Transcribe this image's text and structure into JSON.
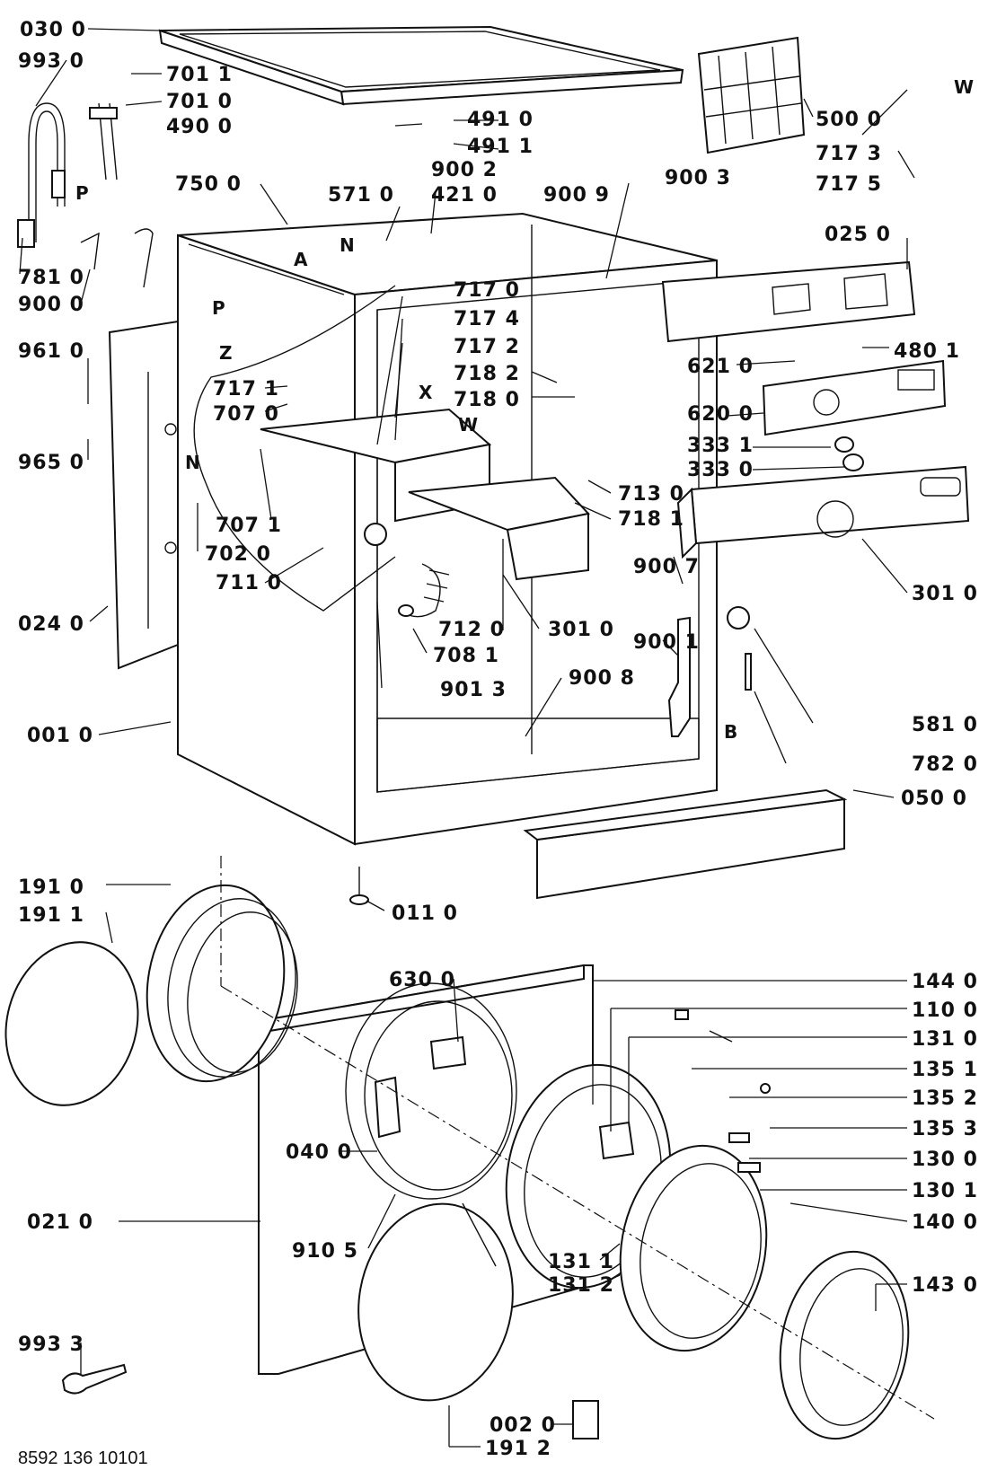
{
  "parts": {
    "p0300": "030 0",
    "p9930": "993 0",
    "p7011": "701 1",
    "p7010": "701 0",
    "p4900": "490 0",
    "p4910": "491 0",
    "p4911": "491 1",
    "p5000": "500 0",
    "p7173": "717 3",
    "p7175": "717 5",
    "p7500": "750 0",
    "p5710": "571 0",
    "p9002": "900 2",
    "p4210": "421 0",
    "p9009": "900 9",
    "p9003": "900 3",
    "p0250": "025 0",
    "p7810": "781 0",
    "p9000": "900 0",
    "p7170": "717 0",
    "p7174": "717 4",
    "p7172": "717 2",
    "p9610": "961 0",
    "p7182": "718 2",
    "p7180": "718 0",
    "p6210": "621 0",
    "p4801": "480 1",
    "p7171": "717 1",
    "p7070": "707 0",
    "p6200": "620 0",
    "p3331": "333 1",
    "p3330": "333 0",
    "p9650": "965 0",
    "p7130": "713 0",
    "p7181": "718 1",
    "p7071": "707 1",
    "p7020": "702 0",
    "p7110": "711 0",
    "p3010a": "301 0",
    "p9007": "900 7",
    "p3010b": "301 0",
    "p7120": "712 0",
    "p0240": "024 0",
    "p7081": "708 1",
    "p9001": "900 1",
    "p9013": "901 3",
    "p9008": "900 8",
    "p5810": "581 0",
    "p0010": "001 0",
    "p7820": "782 0",
    "p0500": "050 0",
    "p1910": "191 0",
    "p0110": "011 0",
    "p1911": "191 1",
    "p6300": "630 0",
    "p1440": "144 0",
    "p1100": "110 0",
    "p1310": "131 0",
    "p1351": "135 1",
    "p1352": "135 2",
    "p1353": "135 3",
    "p0400": "040 0",
    "p1300": "130 0",
    "p1301": "130 1",
    "p1400": "140 0",
    "p0210": "021 0",
    "p9105": "910 5",
    "p1311": "131 1",
    "p1312": "131 2",
    "p1430": "143 0",
    "p9933": "993 3",
    "p0020": "002 0",
    "p1912": "191 2"
  },
  "letters": {
    "W1": "W",
    "P1": "P",
    "A": "A",
    "N1": "N",
    "P2": "P",
    "Z": "Z",
    "X": "X",
    "W2": "W",
    "N2": "N",
    "B": "B"
  },
  "doc_number": "8592 136 10101"
}
